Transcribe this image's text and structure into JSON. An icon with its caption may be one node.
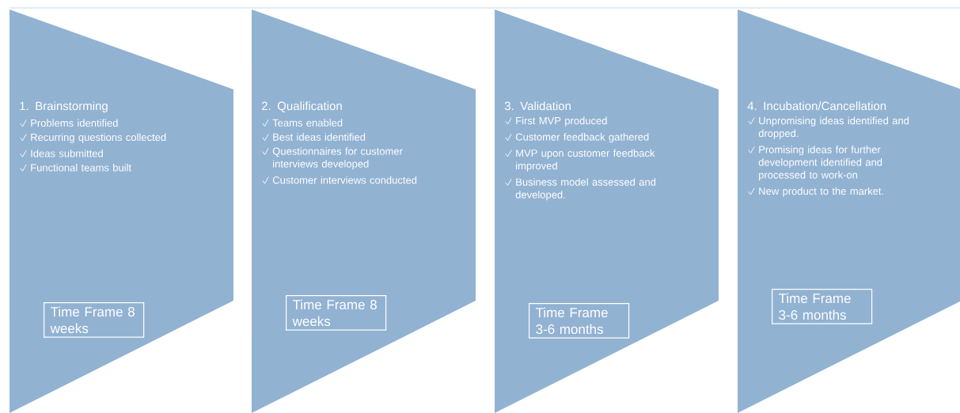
{
  "diagram": {
    "nodes": [
      {
        "text": [
          "1. Brainstorming",
          "Problems identified",
          "Recurring questions collected",
          "Ideas submitted",
          "Functional teams built"
        ]
      },
      {
        "text": [
          "2. Qualification",
          "Teams enabled",
          "Best ideas identified",
          "Questionnaires for customer interviews developed",
          "Customer interviews conducted"
        ]
      },
      {
        "text": [
          "3. Validation",
          "First MVP produced",
          "Customer feedback gathered",
          "MVP upon customer feedback improved",
          "Business model assessed and developed."
        ]
      },
      {
        "text": [
          "4. Incubation/Cancellation",
          "Unpromising ideas identified and dropped.",
          "Promising ideas for further development identified and processed to work-on",
          "New product to the market."
        ]
      },
      {
        "text": [
          "Time Frame 8 weeks"
        ],
        "in": 0
      },
      {
        "text": [
          "Time Frame 8 weeks"
        ],
        "in": 1
      },
      {
        "text": [
          "Time Frame 3-6 months"
        ],
        "in": 2
      },
      {
        "text": [
          "Time Frame 3-6 months"
        ],
        "in": 3
      }
    ]
  }
}
